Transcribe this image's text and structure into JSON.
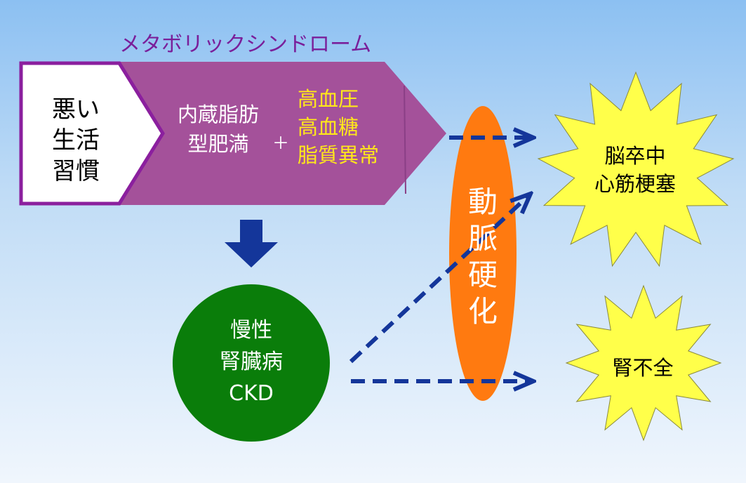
{
  "colors": {
    "title": "#7a1f9a",
    "metabolic_fill": "#a4519a",
    "bad_habits_border": "#8b1f9e",
    "risk_text": "#ffe81a",
    "ckd_fill": "#0a7d0a",
    "arteriosclerosis_fill": "#ff7a10",
    "starburst_fill": "#ffff4a",
    "arrow": "#14369a"
  },
  "title": "メタボリックシンドローム",
  "bad_habits": {
    "line1": "悪い",
    "line2": "生活",
    "line3": "習慣"
  },
  "visceral_obesity": {
    "line1": "内蔵脂肪",
    "line2": "型肥満"
  },
  "plus": "＋",
  "risks": {
    "line1": "高血圧",
    "line2": "高血糖",
    "line3": "脂質異常"
  },
  "ckd": {
    "line1": "慢性",
    "line2": "腎臓病",
    "line3": "CKD"
  },
  "arteriosclerosis": {
    "line1": "動",
    "line2": "脈",
    "line3": "硬",
    "line4": "化"
  },
  "stroke_mi": {
    "line1": "脳卒中",
    "line2": "心筋梗塞"
  },
  "renal_failure": {
    "line1": "腎不全"
  },
  "icons": {
    "down_arrow": "down-arrow-icon",
    "dashed_arrow": "dashed-arrow-icon"
  }
}
